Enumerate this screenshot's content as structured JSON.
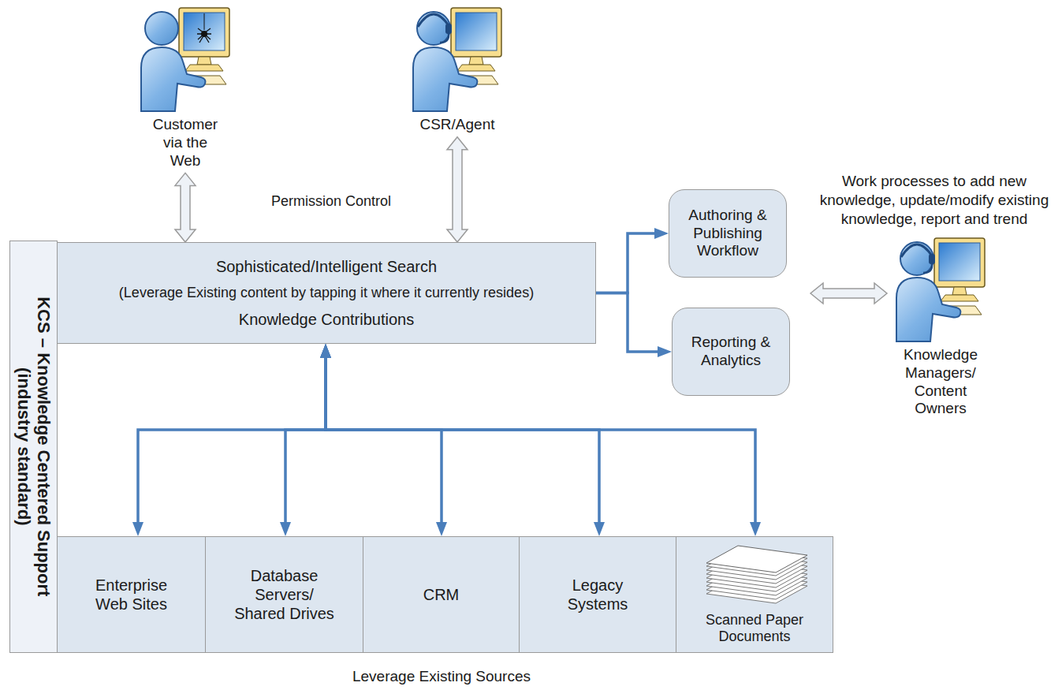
{
  "diagram": {
    "nodes": [
      {
        "text": [
          "Customer via the Web"
        ]
      },
      {
        "text": [
          "CSR/Agent"
        ]
      },
      {
        "text": [
          "KCS – Knowledge Centered Support (industry standard)"
        ]
      },
      {
        "text": [
          "Sophisticated/Intelligent Search",
          "(Leverage Existing content by tapping it where it currently resides)",
          "Knowledge Contributions"
        ]
      },
      {
        "text": [
          "Authoring & Publishing Workflow"
        ]
      },
      {
        "text": [
          "Reporting & Analytics"
        ]
      },
      {
        "text": [
          "Knowledge Managers/ Content Owners"
        ]
      },
      {
        "text": [
          "Enterprise Web Sites"
        ]
      },
      {
        "text": [
          "Database Servers/ Shared Drives"
        ]
      },
      {
        "text": [
          "CRM"
        ]
      },
      {
        "text": [
          "Legacy Systems"
        ]
      },
      {
        "text": [
          "Scanned Paper Documents"
        ]
      }
    ],
    "edges": [
      {
        "from": 0,
        "to": 3,
        "arrow": "both"
      },
      {
        "from": 1,
        "to": 3,
        "arrow": "both"
      },
      {
        "from": 3,
        "to": 4,
        "arrow": "to"
      },
      {
        "from": 3,
        "to": 5,
        "arrow": "to"
      },
      {
        "from": 4,
        "to": 6,
        "arrow": "both"
      },
      {
        "from": 3,
        "to": 7,
        "arrow": "both"
      },
      {
        "from": 3,
        "to": 8,
        "arrow": "both"
      },
      {
        "from": 3,
        "to": 9,
        "arrow": "both"
      },
      {
        "from": 3,
        "to": 10,
        "arrow": "both"
      },
      {
        "from": 3,
        "to": 11,
        "arrow": "both"
      }
    ],
    "labels": [
      "Permission Control",
      "Work processes to add new knowledge, update/modify existing knowledge, report and trend",
      "Leverage Existing Sources"
    ]
  }
}
